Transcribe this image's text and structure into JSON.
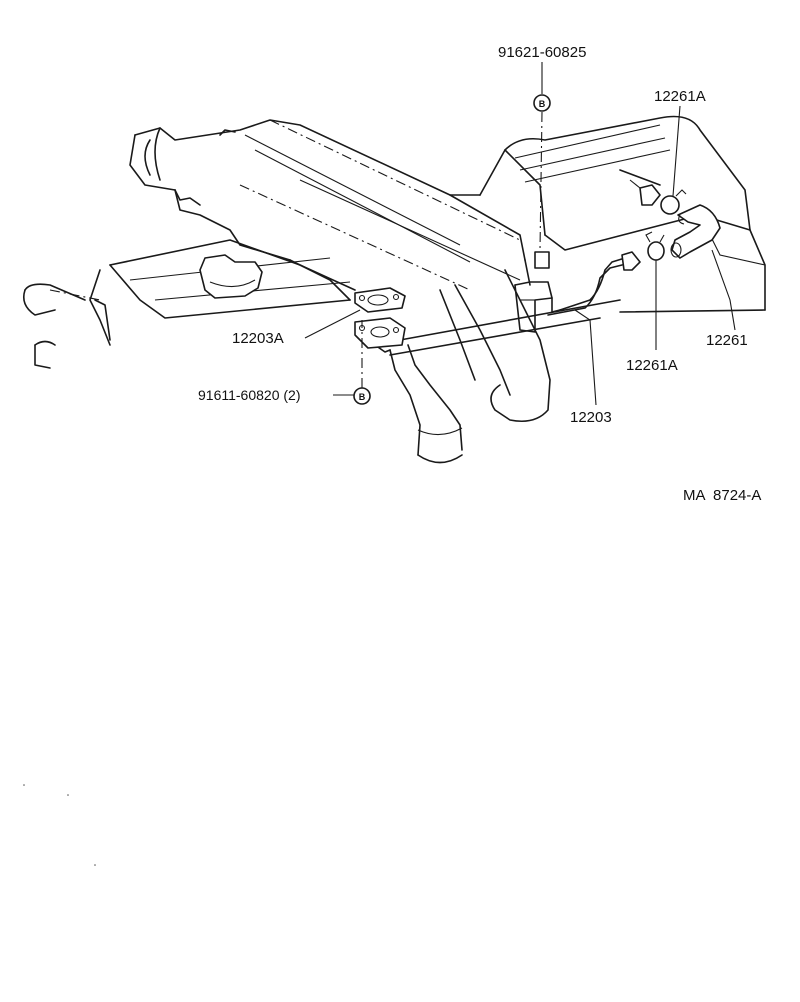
{
  "diagram": {
    "labels": {
      "bolt_top_part": "91621-60825",
      "clamp_upper_part": "12261A",
      "gasket_part": "12203A",
      "bolt_lower_part": "91611-60820 (2)",
      "pipe_part": "12203",
      "clamp_lower_part": "12261A",
      "hose_part": "12261",
      "figure_code": "MA  8724-A"
    },
    "callout_symbol": "B"
  }
}
